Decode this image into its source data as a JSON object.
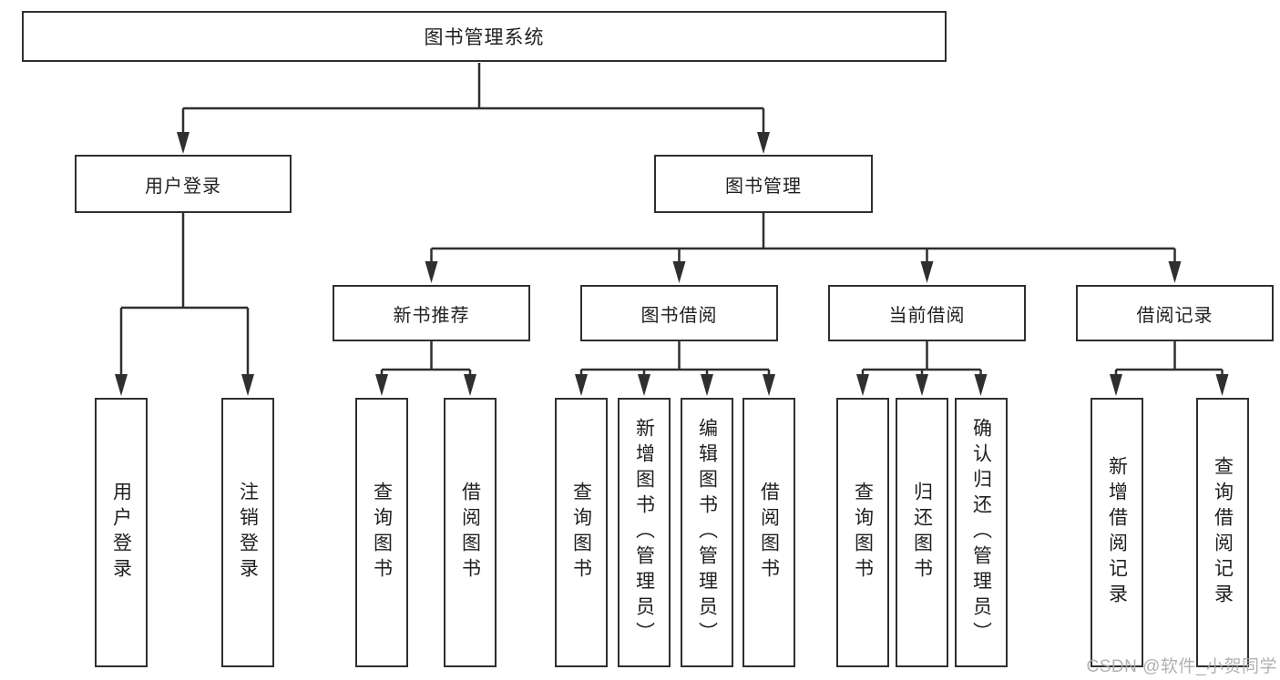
{
  "diagram": {
    "root": "图书管理系统",
    "groups": [
      {
        "parent": "用户登录",
        "children": [
          "用户登录",
          "注销登录"
        ]
      },
      {
        "parent": "图书管理",
        "subgroups": [
          {
            "parent": "新书推荐",
            "children": [
              "查询图书",
              "借阅图书"
            ]
          },
          {
            "parent": "图书借阅",
            "children": [
              "查询图书",
              "新增图书（管理员）",
              "编辑图书（管理员）",
              "借阅图书"
            ]
          },
          {
            "parent": "当前借阅",
            "children": [
              "查询图书",
              "归还图书",
              "确认归还（管理员）"
            ]
          },
          {
            "parent": "借阅记录",
            "children": [
              "新增借阅记录",
              "查询借阅记录"
            ]
          }
        ]
      }
    ]
  },
  "watermark": "CSDN @软件_小贺同学",
  "colors": {
    "line": "#2f2f2f",
    "box_border": "#2f2f2f",
    "box_background": "#ffffff",
    "text": "#1f1f1f",
    "watermark": "#a9a9a9",
    "page_background": "#ffffff"
  }
}
